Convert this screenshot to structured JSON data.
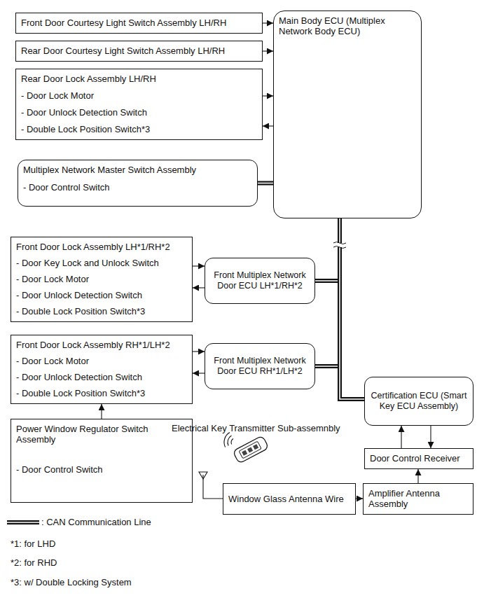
{
  "diagram": {
    "nodes": [
      {
        "text": [
          "Front Door Courtesy Light Switch Assembly LH/RH"
        ]
      },
      {
        "text": [
          "Rear Door Courtesy Light Switch Assembly LH/RH"
        ]
      },
      {
        "text": [
          "Rear Door Lock Assembly LH/RH",
          "- Door Lock Motor",
          "- Door Unlock Detection Switch",
          "- Double Lock Position Switch*3"
        ]
      },
      {
        "text": [
          "Multiplex Network Master Switch Assembly",
          "- Door Control Switch"
        ]
      },
      {
        "text": [
          "Main Body ECU (Multiplex Network Body ECU)"
        ]
      },
      {
        "text": [
          "Front Door Lock Assembly LH*1/RH*2",
          "- Door Key Lock and Unlock Switch",
          "- Door Lock Motor",
          "- Door Unlock Detection Switch",
          "- Double Lock Position Switch*3"
        ]
      },
      {
        "text": [
          "Front Multiplex Network Door ECU LH*1/RH*2"
        ]
      },
      {
        "text": [
          "Front Door Lock Assembly RH*1/LH*2",
          "- Door Lock Motor",
          "- Door Unlock Detection Switch",
          "- Double Lock Position Switch*3"
        ]
      },
      {
        "text": [
          "Front Multiplex Network Door ECU RH*1/LH*2"
        ]
      },
      {
        "text": [
          "Power Window Regulator Switch Assembly",
          "- Door Control Switch"
        ]
      },
      {
        "text": [
          "Certification ECU (Smart Key ECU Assembly)"
        ]
      },
      {
        "text": [
          "Door Control Receiver"
        ]
      },
      {
        "text": [
          "Window Glass Antenna Wire"
        ]
      },
      {
        "text": [
          "Amplifier Antenna Assembly"
        ]
      }
    ],
    "edges": [
      {
        "from": 0,
        "to": 4,
        "arrow": "to"
      },
      {
        "from": 1,
        "to": 4,
        "arrow": "to"
      },
      {
        "from": 2,
        "to": 4,
        "arrow": "to"
      },
      {
        "from": 4,
        "to": 2,
        "arrow": "to"
      },
      {
        "from": 3,
        "to": 4,
        "arrow": "none"
      },
      {
        "from": 5,
        "to": 6,
        "arrow": "to"
      },
      {
        "from": 6,
        "to": 5,
        "arrow": "to"
      },
      {
        "from": 6,
        "to": 4,
        "arrow": "none"
      },
      {
        "from": 7,
        "to": 8,
        "arrow": "to"
      },
      {
        "from": 8,
        "to": 7,
        "arrow": "to"
      },
      {
        "from": 8,
        "to": 4,
        "arrow": "none"
      },
      {
        "from": 9,
        "to": 7,
        "arrow": "to"
      },
      {
        "from": 10,
        "to": 4,
        "arrow": "none"
      },
      {
        "from": 11,
        "to": 10,
        "arrow": "to"
      },
      {
        "from": 10,
        "to": 11,
        "arrow": "to"
      },
      {
        "from": 13,
        "to": 11,
        "arrow": "to"
      },
      {
        "from": 12,
        "to": 13,
        "arrow": "to"
      }
    ],
    "labels": [
      "Electrical Key Transmitter Sub-assemnbly",
      "*1: for LHD",
      "*2: for RHD",
      "*3: w/ Double Locking System"
    ],
    "legend": [
      {
        "text": ": CAN Communication Line"
      }
    ]
  }
}
